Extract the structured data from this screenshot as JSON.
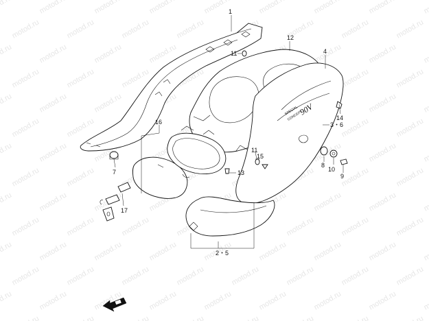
{
  "watermark": {
    "text": "motod.ru"
  },
  "callouts": [
    {
      "id": "c1",
      "label": "1"
    },
    {
      "id": "c11a",
      "label": "11"
    },
    {
      "id": "c12",
      "label": "12"
    },
    {
      "id": "c4",
      "label": "4"
    },
    {
      "id": "c14",
      "label": "14"
    },
    {
      "id": "c36",
      "label": "3・6"
    },
    {
      "id": "c16",
      "label": "16"
    },
    {
      "id": "c11b",
      "label": "11"
    },
    {
      "id": "c15",
      "label": "15"
    },
    {
      "id": "c8",
      "label": "8"
    },
    {
      "id": "c10",
      "label": "10"
    },
    {
      "id": "c9",
      "label": "9"
    },
    {
      "id": "c7",
      "label": "7"
    },
    {
      "id": "c13",
      "label": "13"
    },
    {
      "id": "c17",
      "label": "17"
    },
    {
      "id": "c25",
      "label": "2・5"
    }
  ],
  "decal": {
    "small_line1": "SPECIAL",
    "small_line2": "CONCEPT",
    "big": "90V"
  },
  "icons": {
    "front_arrow": "front-direction-arrow-icon"
  }
}
